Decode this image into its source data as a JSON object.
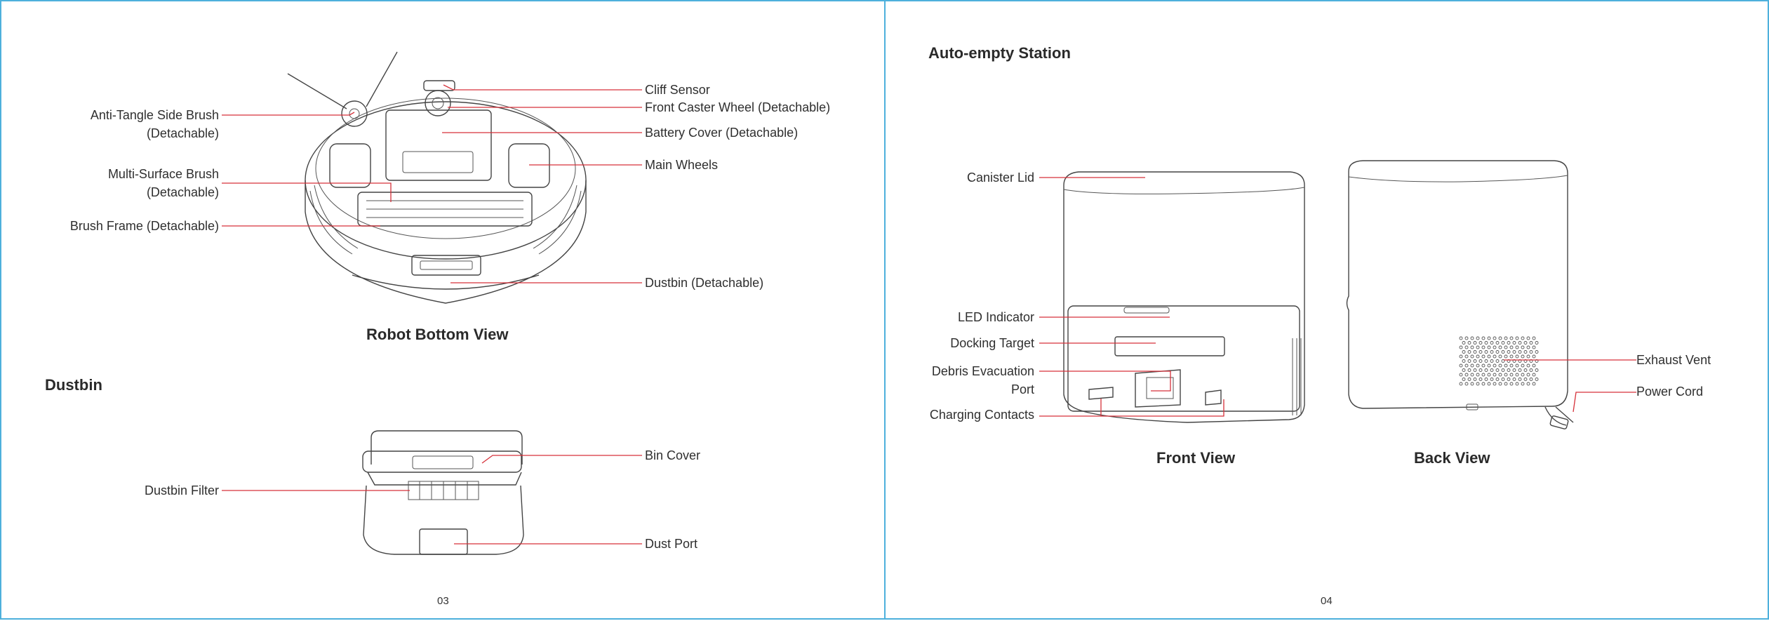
{
  "left_page": {
    "robot_labels": {
      "side_brush": "Anti-Tangle Side Brush\n(Detachable)",
      "multi_brush": "Multi-Surface Brush\n(Detachable)",
      "brush_frame": "Brush Frame (Detachable)",
      "cliff_sensor": "Cliff Sensor",
      "caster_wheel": "Front Caster Wheel (Detachable)",
      "battery_cover": "Battery Cover (Detachable)",
      "main_wheels": "Main Wheels",
      "dustbin": "Dustbin (Detachable)"
    },
    "robot_caption": "Robot Bottom View",
    "dustbin_heading": "Dustbin",
    "dustbin_labels": {
      "filter": "Dustbin Filter",
      "bin_cover": "Bin Cover",
      "dust_port": "Dust Port"
    },
    "page_number": "03"
  },
  "right_page": {
    "heading": "Auto-empty Station",
    "front_labels": {
      "canister_lid": "Canister Lid",
      "led": "LED Indicator",
      "docking": "Docking Target",
      "debris_port": "Debris Evacuation\nPort",
      "charging": "Charging Contacts"
    },
    "back_labels": {
      "exhaust": "Exhaust Vent",
      "power_cord": "Power Cord"
    },
    "front_caption": "Front View",
    "back_caption": "Back View",
    "page_number": "04"
  },
  "colors": {
    "frame": "#4db0dc",
    "leader_line": "#d6313a",
    "drawing": "#444444"
  }
}
